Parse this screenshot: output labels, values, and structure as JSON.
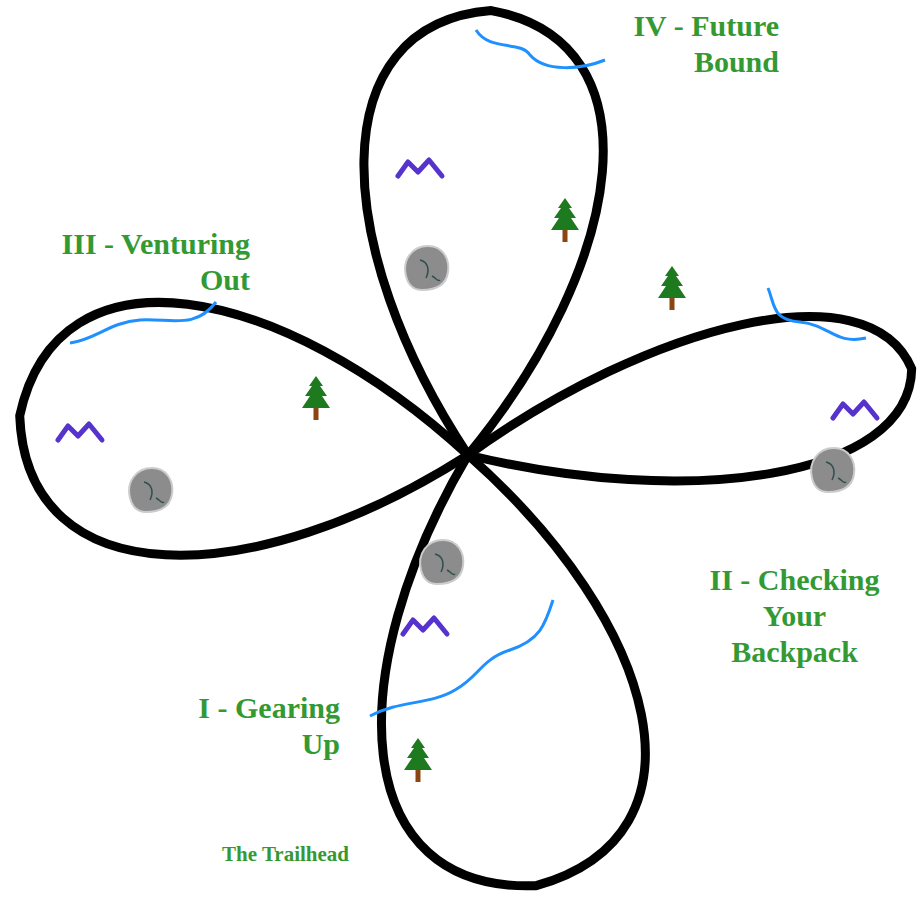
{
  "diagram": {
    "labels": [
      "IV - Future Bound",
      "III - Venturing Out",
      "II - Checking Your Backpack",
      "I - Gearing Up",
      "The Trailhead"
    ]
  }
}
